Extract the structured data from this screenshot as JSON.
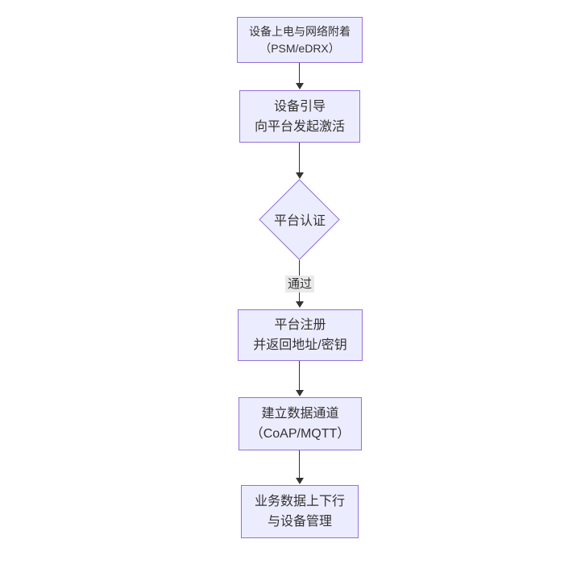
{
  "diagram": {
    "type": "flowchart",
    "direction": "top-to-bottom",
    "colors": {
      "node_fill": "#ECECFF",
      "node_border": "#9370DB",
      "text": "#333333",
      "arrow": "#333333",
      "edge_label_bg": "#E8E8E8"
    },
    "nodes": [
      {
        "id": "A",
        "shape": "rect",
        "lines": [
          "设备上电与网络附着",
          "（PSM/eDRX）"
        ]
      },
      {
        "id": "B",
        "shape": "rect",
        "lines": [
          "设备引导",
          "向平台发起激活"
        ]
      },
      {
        "id": "C",
        "shape": "diamond",
        "lines": [
          "平台认证"
        ]
      },
      {
        "id": "D",
        "shape": "rect",
        "lines": [
          "平台注册",
          "并返回地址/密钥"
        ]
      },
      {
        "id": "E",
        "shape": "rect",
        "lines": [
          "建立数据通道",
          "（CoAP/MQTT）"
        ]
      },
      {
        "id": "F",
        "shape": "rect",
        "lines": [
          "业务数据上下行",
          "与设备管理"
        ]
      }
    ],
    "edges": [
      {
        "from": "A",
        "to": "B",
        "label": ""
      },
      {
        "from": "B",
        "to": "C",
        "label": ""
      },
      {
        "from": "C",
        "to": "D",
        "label": "通过"
      },
      {
        "from": "D",
        "to": "E",
        "label": ""
      },
      {
        "from": "E",
        "to": "F",
        "label": ""
      }
    ]
  }
}
